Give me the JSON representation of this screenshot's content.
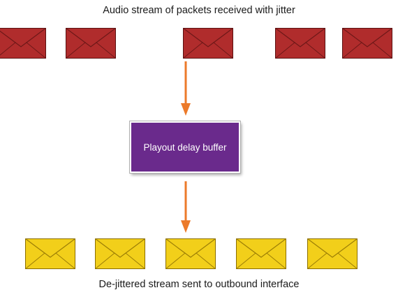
{
  "diagram": {
    "top_caption": "Audio stream of packets received with jitter",
    "bottom_caption": "De-jittered stream sent to outbound interface",
    "buffer_label": "Playout delay buffer"
  },
  "colors": {
    "jitter_packet": "#b02c2c",
    "dejittered_packet": "#f2cf1a",
    "buffer": "#6a2a8c",
    "arrow": "#ec7a2a"
  },
  "jitter_packets": [
    "packet",
    "packet",
    "packet",
    "packet",
    "packet"
  ],
  "dejittered_packets": [
    "packet",
    "packet",
    "packet",
    "packet",
    "packet"
  ]
}
